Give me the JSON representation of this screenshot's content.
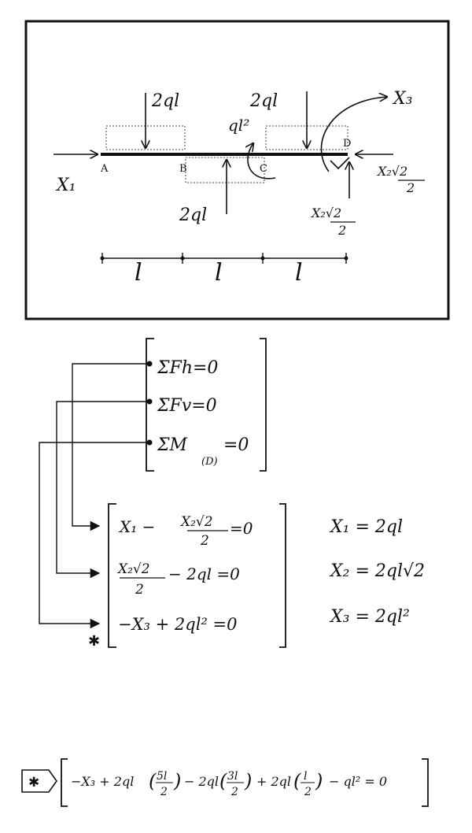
{
  "beam_diagram": {
    "points": {
      "a": "A",
      "b": "B",
      "c": "C",
      "d": "D"
    },
    "loads": {
      "left_top": "2ql",
      "right_top": "2ql",
      "bottom": "2ql",
      "moment": "ql²"
    },
    "reactions": {
      "x1": "X₁",
      "x3": "X₃",
      "x2_base": "X₂√2",
      "x2_den": "2"
    },
    "spans": [
      "l",
      "l",
      "l"
    ]
  },
  "equilibrium": {
    "sum_fh": "ΣFh=0",
    "sum_fv": "ΣFv=0",
    "sum_m_main": "ΣM",
    "sum_m_sub": "(D)",
    "sum_m_tail": "=0"
  },
  "equations": {
    "eq1_lhs": "X₁ − ",
    "eq1_num": "X₂√2",
    "eq1_den": "2",
    "eq1_rhs": "=0",
    "eq2_num": "X₂√2",
    "eq2_den": "2",
    "eq2_rest": " − 2ql =0",
    "eq3": "−X₃ + 2ql² =0",
    "star": "✱"
  },
  "results": {
    "x1": "X₁ = 2ql",
    "x2": "X₂ = 2ql√2",
    "x3": "X₃ = 2ql²"
  },
  "moment_equation": {
    "star": "✱",
    "t1": "−X₃ + 2ql",
    "f1_num": "5l",
    "f1_den": "2",
    "t2": "− 2ql",
    "f2_num": "3l",
    "f2_den": "2",
    "t3": "+ 2ql",
    "f3_num": "l",
    "f3_den": "2",
    "t4": "− ql² = 0"
  }
}
